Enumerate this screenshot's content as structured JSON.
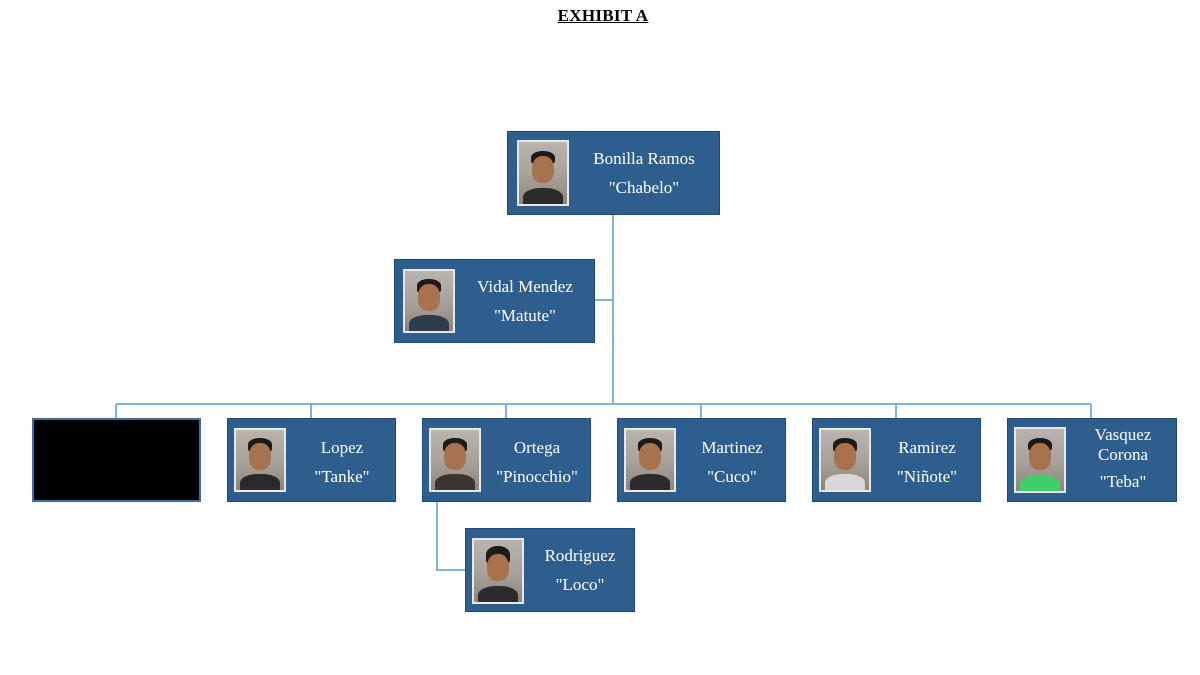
{
  "document": {
    "title": "EXHIBIT A"
  },
  "org_chart": {
    "leader": {
      "name": "Bonilla Ramos",
      "alias": "\"Chabelo\""
    },
    "lieutenant": {
      "name": "Vidal Mendez",
      "alias": "\"Matute\""
    },
    "members": [
      {
        "name": "",
        "alias": "",
        "redacted": true
      },
      {
        "name": "Lopez",
        "alias": "\"Tanke\""
      },
      {
        "name": "Ortega",
        "alias": "\"Pinocchio\""
      },
      {
        "name": "Martinez",
        "alias": "\"Cuco\""
      },
      {
        "name": "Ramirez",
        "alias": "\"Niñote\""
      },
      {
        "name": "Vasquez Corona",
        "alias": "\"Teba\""
      }
    ],
    "sub_member": {
      "name": "Rodriguez",
      "alias": "\"Loco\""
    },
    "colors": {
      "box_fill": "#2e5e8e",
      "connector": "#7fb3d8",
      "redacted": "#000000"
    }
  }
}
